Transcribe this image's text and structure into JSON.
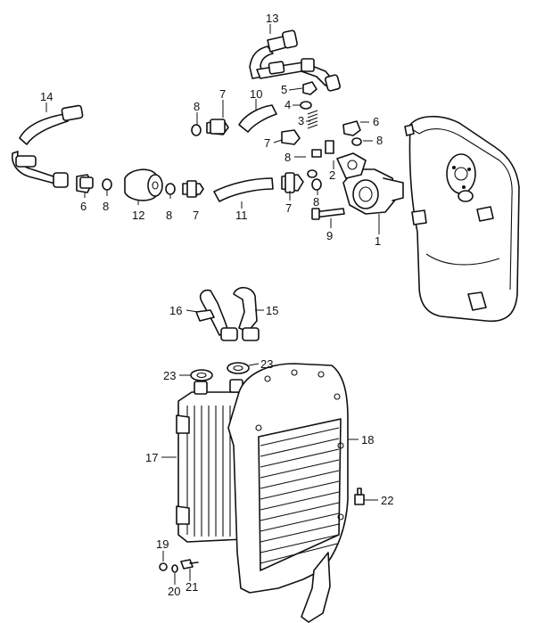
{
  "labels": {
    "p1": "1",
    "p2": "2",
    "p3": "3",
    "p4": "4",
    "p5": "5",
    "p6a": "6",
    "p6b": "6",
    "p7a": "7",
    "p7b": "7",
    "p7c": "7",
    "p7d": "7",
    "p8a": "8",
    "p8b": "8",
    "p8c": "8",
    "p8d": "8",
    "p8e": "8",
    "p8f": "8",
    "p9": "9",
    "p10": "10",
    "p11": "11",
    "p12": "12",
    "p13": "13",
    "p14": "14",
    "p15": "15",
    "p16": "16",
    "p17": "17",
    "p18": "18",
    "p19": "19",
    "p20": "20",
    "p21": "21",
    "p22": "22",
    "p23a": "23",
    "p23b": "23"
  }
}
